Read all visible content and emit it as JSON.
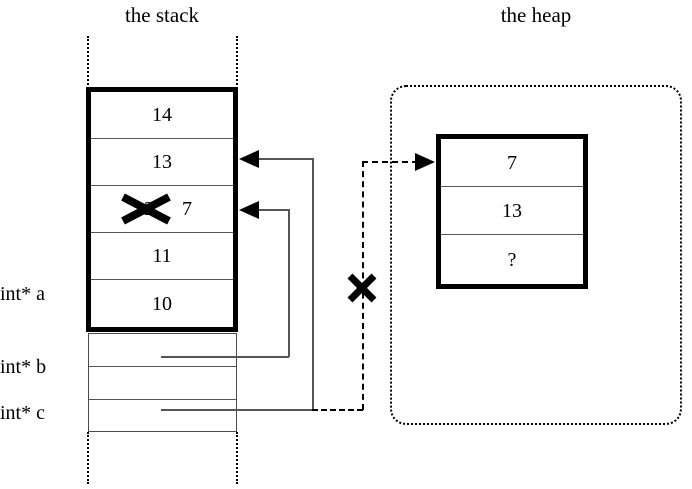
{
  "diagram": {
    "title_stack": "the stack",
    "title_heap": "the heap"
  },
  "stack": {
    "heading": "the stack",
    "frame_cells": [
      {
        "value": "14"
      },
      {
        "value": "13"
      },
      {
        "value": "12",
        "new_value": "7",
        "struck": true
      },
      {
        "value": "11"
      },
      {
        "value": "10"
      }
    ],
    "pointer_rows": [
      {
        "label": "int* a"
      },
      {
        "label": "int* b"
      },
      {
        "label": "int* c"
      }
    ]
  },
  "heap": {
    "heading": "the heap",
    "cells": [
      {
        "value": "7"
      },
      {
        "value": "13"
      },
      {
        "value": "?"
      }
    ]
  },
  "annotations": {
    "invalid_pointer_mark": "x-mark",
    "struck_value_mark": "x-mark"
  },
  "colors": {
    "ink": "#000000",
    "rule": "#555555",
    "background": "#ffffff"
  }
}
